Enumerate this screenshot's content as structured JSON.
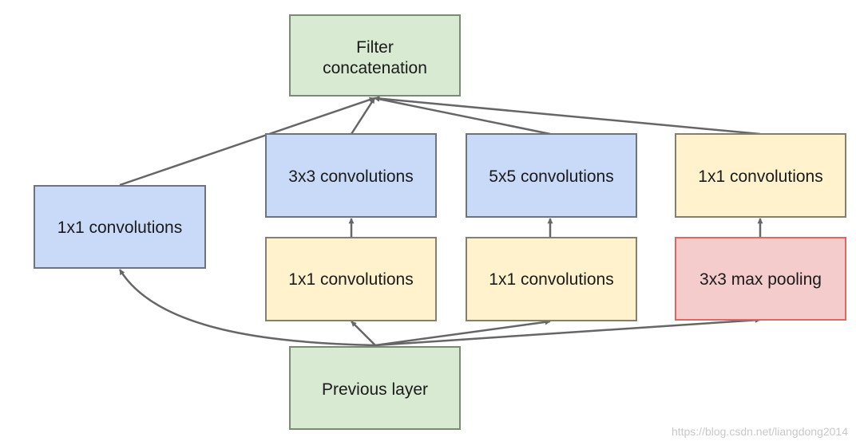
{
  "diagram": {
    "colors": {
      "green_fill": "#d9ead3",
      "green_stroke": "#7a8a74",
      "blue_fill": "#c9daf8",
      "blue_stroke": "#6d7480",
      "yellow_fill": "#fff2cc",
      "yellow_stroke": "#857f70",
      "red_fill": "#f4cccc",
      "red_stroke": "#e06666",
      "edge": "#666666"
    },
    "nodes": {
      "filter_concat": {
        "line1": "Filter",
        "line2": "concatenation"
      },
      "conv1x1_left": {
        "label": "1x1 convolutions"
      },
      "conv3x3": {
        "label": "3x3 convolutions"
      },
      "conv5x5": {
        "label": "5x5 convolutions"
      },
      "conv1x1_pool_proj": {
        "label": "1x1 convolutions"
      },
      "conv1x1_reduce3": {
        "label": "1x1 convolutions"
      },
      "conv1x1_reduce5": {
        "label": "1x1 convolutions"
      },
      "maxpool3x3": {
        "label": "3x3 max pooling"
      },
      "previous_layer": {
        "label": "Previous layer"
      }
    },
    "watermark": "https://blog.csdn.net/liangdong2014"
  }
}
